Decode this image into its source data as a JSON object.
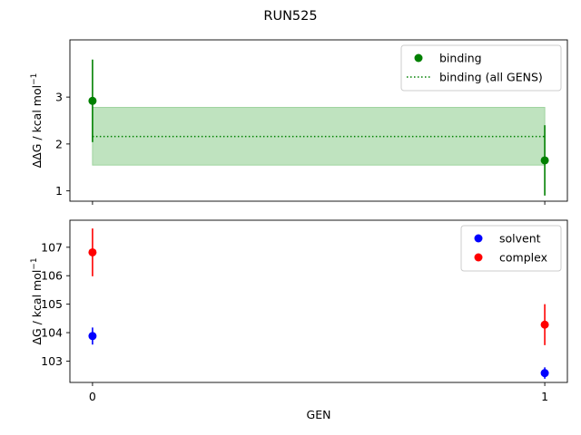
{
  "figure": {
    "title": "RUN525"
  },
  "chart_data": [
    {
      "type": "scatter",
      "xlabel": "",
      "ylabel_main": "ΔΔG / kcal mol",
      "ylabel_sup": "−1",
      "xlim": [
        -0.05,
        1.05
      ],
      "ylim": [
        0.78,
        4.22
      ],
      "yticks": [
        1,
        2,
        3
      ],
      "ytick_labels": [
        "1",
        "2",
        "3"
      ],
      "xticks": [
        0,
        1
      ],
      "legend_position": "top-right",
      "series": [
        {
          "name": "binding",
          "kind": "points",
          "color": "#008000",
          "x": [
            0,
            1
          ],
          "y": [
            2.92,
            1.65
          ],
          "err": [
            0.88,
            0.75
          ]
        }
      ],
      "reference": {
        "name": "binding (all GENS)",
        "style": "dotted",
        "color": "#008000",
        "value": 2.16,
        "band": [
          1.55,
          2.78
        ],
        "band_color": "#bfe3bf"
      }
    },
    {
      "type": "scatter",
      "xlabel": "GEN",
      "ylabel_main": "ΔG / kcal mol",
      "ylabel_sup": "−1",
      "xlim": [
        -0.05,
        1.05
      ],
      "ylim": [
        102.25,
        107.95
      ],
      "yticks": [
        103,
        104,
        105,
        106,
        107
      ],
      "ytick_labels": [
        "103",
        "104",
        "105",
        "106",
        "107"
      ],
      "xticks": [
        0,
        1
      ],
      "xtick_labels": [
        "0",
        "1"
      ],
      "legend_position": "top-right",
      "series": [
        {
          "name": "solvent",
          "kind": "points",
          "color": "#0000ff",
          "x": [
            0,
            1
          ],
          "y": [
            103.88,
            102.58
          ],
          "err": [
            0.3,
            0.2
          ]
        },
        {
          "name": "complex",
          "kind": "points",
          "color": "#ff0000",
          "x": [
            0,
            1
          ],
          "y": [
            106.82,
            104.28
          ],
          "err": [
            0.84,
            0.72
          ]
        }
      ]
    }
  ]
}
